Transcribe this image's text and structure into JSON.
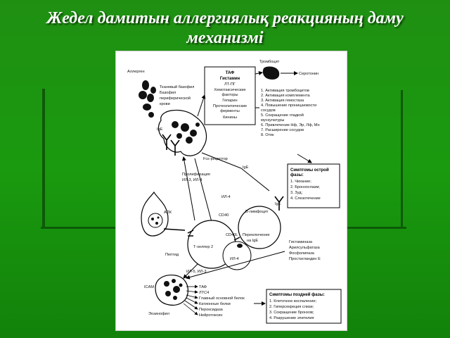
{
  "title_line1": "Жедел дамитын аллергиялық реакцияның даму",
  "title_line2": "механизмі",
  "diagram": {
    "allergen": "Аллерген",
    "basophil": [
      "Тканевый базофил",
      "Базофил",
      "периферической",
      "крови"
    ],
    "mediators": [
      "ТАФ",
      "Гистамин",
      "ЛТ-ПГ",
      "Хемотаксические",
      "факторы",
      "Гепарин",
      "Протеолитические",
      "ферменты",
      "Кинины"
    ],
    "platelet": "Тромбоцит",
    "serotonin": "Серотонин",
    "effects": [
      "1. Активация тромбоцитов",
      "2. Активация комплемента",
      "3. Активация гемостаза",
      "4. Повышение проницаемости",
      "сосудов",
      "5. Сокращение гладкой",
      "мускулатуры",
      "6. Привлечение Нф, Эр, Лф, Мн",
      "7. Расширение сосудов",
      "8. Отек"
    ],
    "ige_top": "IgE",
    "fc_receptor": "Fcε-рецептор",
    "ige_mid": "IgE",
    "proliferation": [
      "Пролиферация",
      "ИЛ-3, ИЛ-4"
    ],
    "il4_a": "ИЛ-4",
    "acute_title": [
      "Симптомы острой",
      "фазы:"
    ],
    "acute_items": [
      "1. Чихание;",
      "2. Бронхоспазм;",
      "3. Зуд;",
      "4. Слезотечение"
    ],
    "ige_right": "IgE",
    "apk": "АПК",
    "cd40": "CD40",
    "cd40l": "CD40L",
    "bcell": "В-лимфоцит",
    "switch": [
      "Переключение",
      "на IgE"
    ],
    "peptide": "Пептид",
    "th2": "Т-хелпер 2",
    "il4_b": "ИЛ-4",
    "enzymes": [
      "Гистаминаза",
      "Арилсульфатаза",
      "Фосфолипаза",
      "Простагландин Е"
    ],
    "il53": "ИЛ-5, ИЛ-3",
    "icam": "ICAM",
    "eosinophil": "Эозинофил",
    "eos_products": [
      "ТАФ",
      "ЛТС4",
      "Главный основной белок",
      "Катионные белки",
      "Пероксидаза",
      "Нейротоксин"
    ],
    "late_title": "Симптомы поздней фазы:",
    "late_items": [
      "1. Клеточное воспаление;",
      "2. Гиперсекреция слизи;",
      "3. Сокращение бронхов;",
      "4. Разрушение эпителия"
    ]
  }
}
